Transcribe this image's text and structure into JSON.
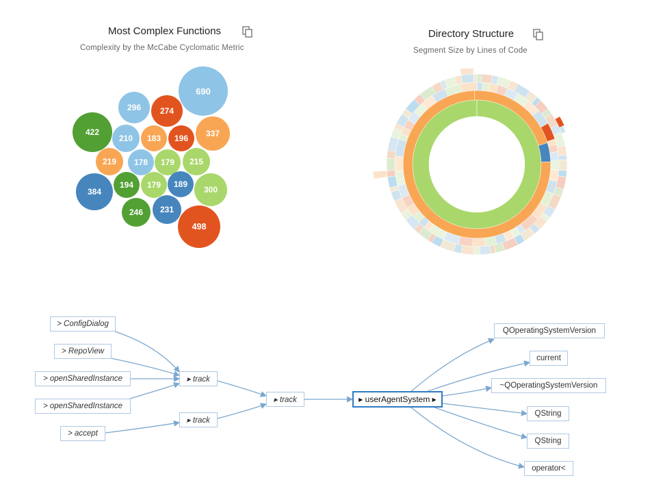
{
  "left_panel": {
    "title": "Most Complex Functions",
    "subtitle": "Complexity by the McCabe Cyclomatic Metric",
    "bubbles": [
      "690",
      "296",
      "274",
      "422",
      "210",
      "183",
      "196",
      "337",
      "219",
      "178",
      "179",
      "215",
      "384",
      "194",
      "179",
      "189",
      "300",
      "246",
      "231",
      "498"
    ]
  },
  "right_panel": {
    "title": "Directory Structure",
    "subtitle": "Segment Size by Lines of Code"
  },
  "colors": {
    "light_blue": "#8ec4e6",
    "orange": "#f9a654",
    "red_orange": "#e2541f",
    "dark_green": "#52a034",
    "light_green": "#a9d76b",
    "steel_blue": "#4786bd",
    "edge": "#7ca8cf"
  },
  "graph": {
    "callers": [
      "> ConfigDialog",
      "> RepoView",
      "> openSharedInstance",
      "> openSharedInstance",
      "> accept"
    ],
    "track1": "▸ track",
    "track2": "▸ track",
    "track_mid": "▸ track",
    "center": "▸ userAgentSystem ▸",
    "callees": [
      "QOperatingSystemVersion",
      "current",
      "~QOperatingSystemVersion",
      "QString",
      "QString",
      "operator<"
    ]
  }
}
